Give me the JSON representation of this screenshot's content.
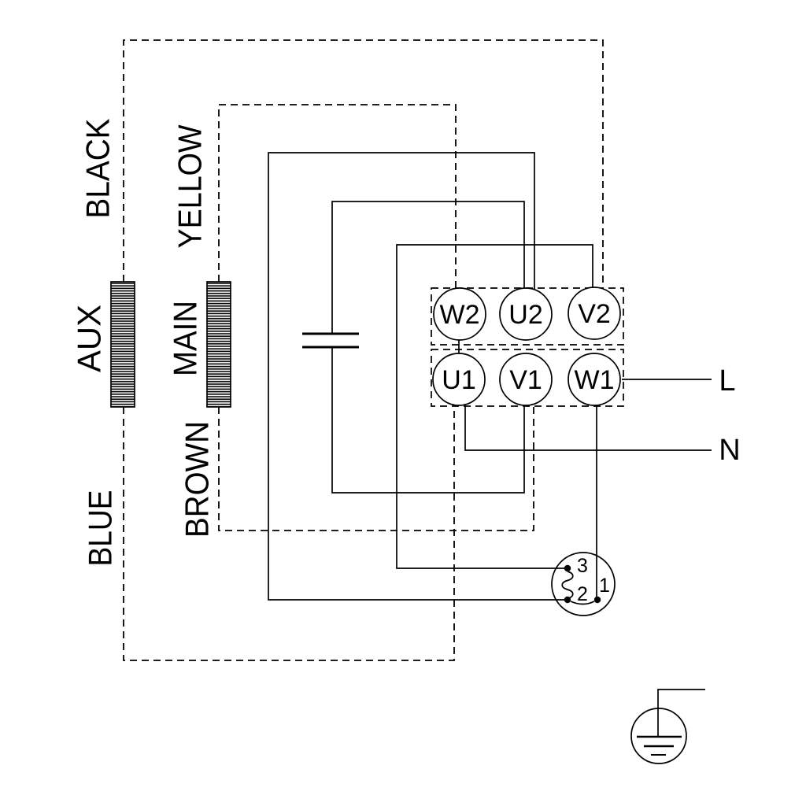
{
  "cables": {
    "black": "BLACK",
    "yellow": "YELLOW",
    "brown": "BROWN",
    "blue": "BLUE"
  },
  "windings": {
    "aux": "AUX",
    "main": "MAIN"
  },
  "terminal_board": {
    "top_row": [
      "W2",
      "U2",
      "V2"
    ],
    "bottom_row": [
      "U1",
      "V1",
      "W1"
    ]
  },
  "supply": {
    "line": "L",
    "neutral": "N"
  },
  "thermal_protector": {
    "terminal_3": "3",
    "terminal_2": "2",
    "terminal_1": "1"
  },
  "colors": {
    "line": "#000000",
    "background": "#ffffff"
  }
}
